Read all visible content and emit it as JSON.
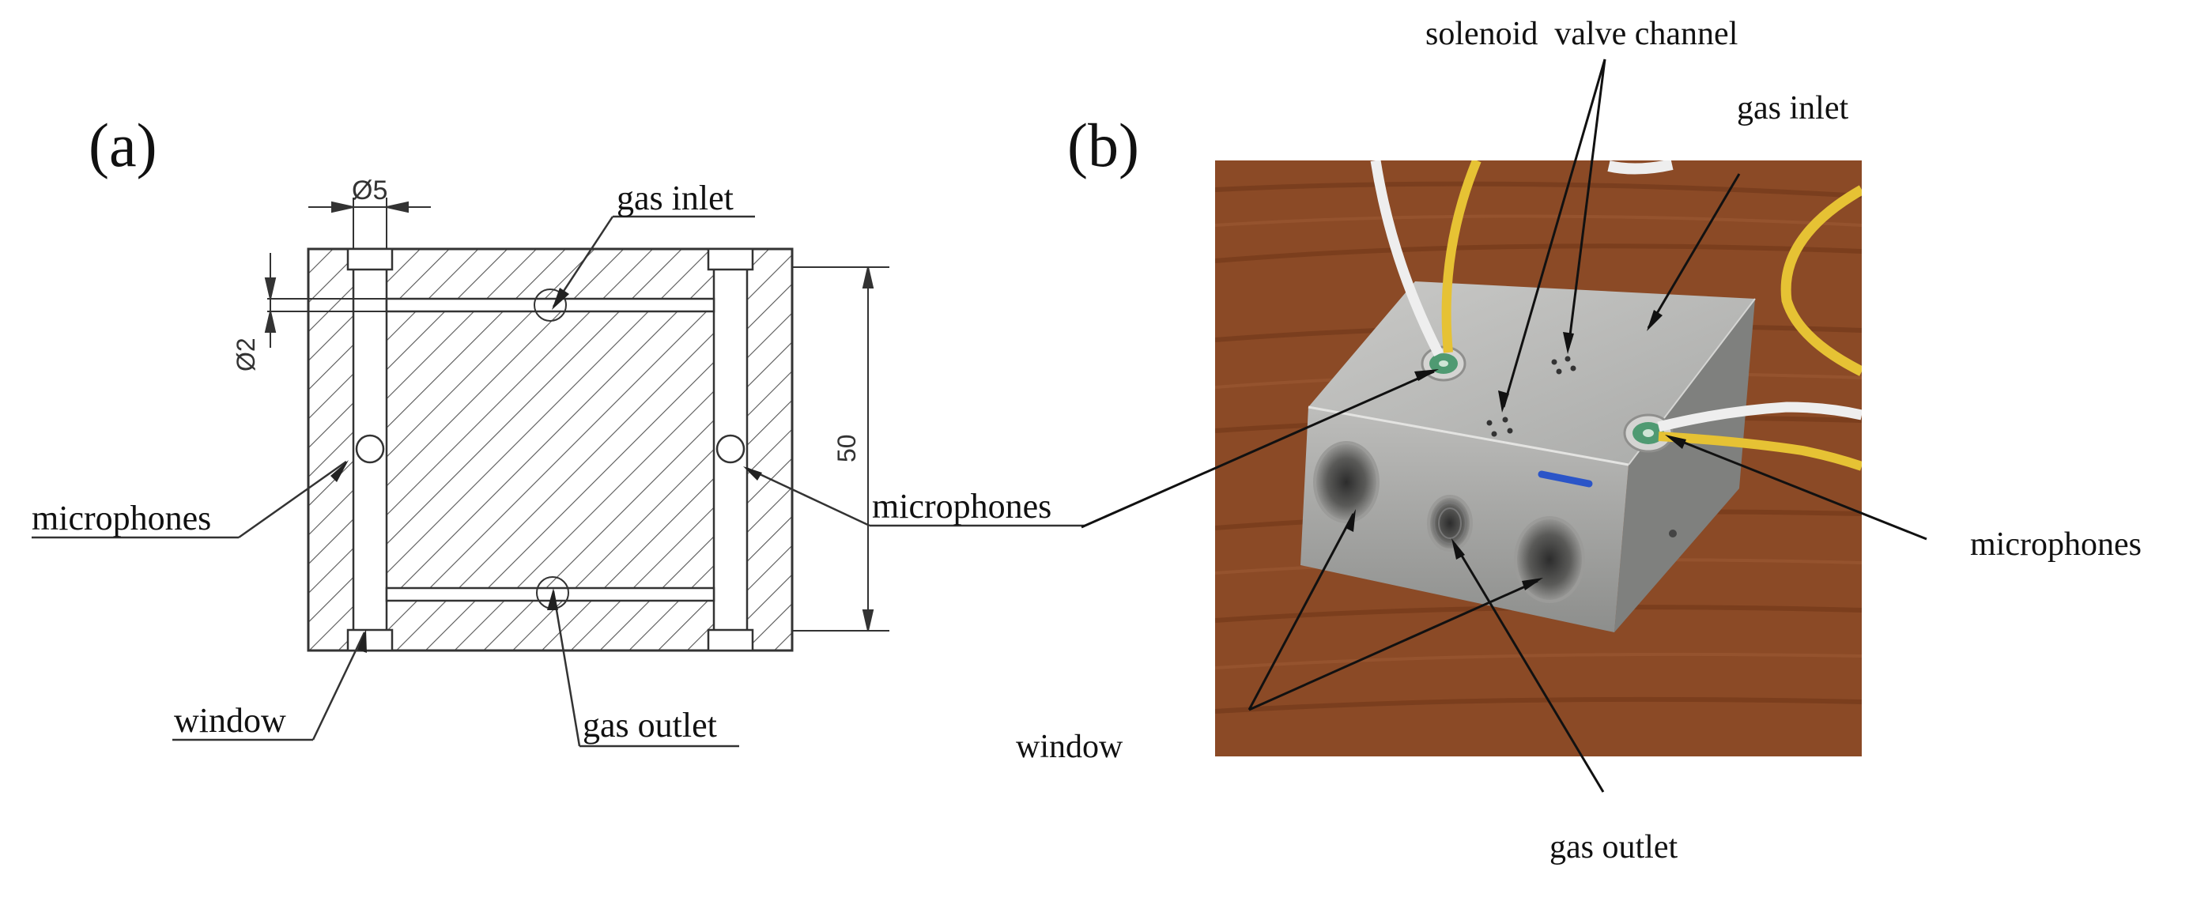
{
  "panel_a": {
    "label": "(a)",
    "dim_diameter_5": "Ø5",
    "dim_diameter_2": "Ø2",
    "dim_length_50": "50",
    "gas_inlet": "gas inlet",
    "gas_outlet": "gas outlet",
    "microphones_left": "microphones",
    "microphones_right": "microphones",
    "window": "window"
  },
  "panel_b": {
    "label": "(b)",
    "solenoid_valve_channel": "solenoid  valve channel",
    "gas_inlet": "gas inlet",
    "microphones": "microphones",
    "window": "window",
    "gas_outlet": "gas outlet"
  },
  "colors": {
    "line": "#333333",
    "wood": "#8b4a26",
    "aluminum": "#b8b8b6",
    "wire_yellow": "#e6c234",
    "wire_white": "#eeeeee",
    "sensor_green": "#4f9a72",
    "mark_blue": "#2b55c8"
  }
}
